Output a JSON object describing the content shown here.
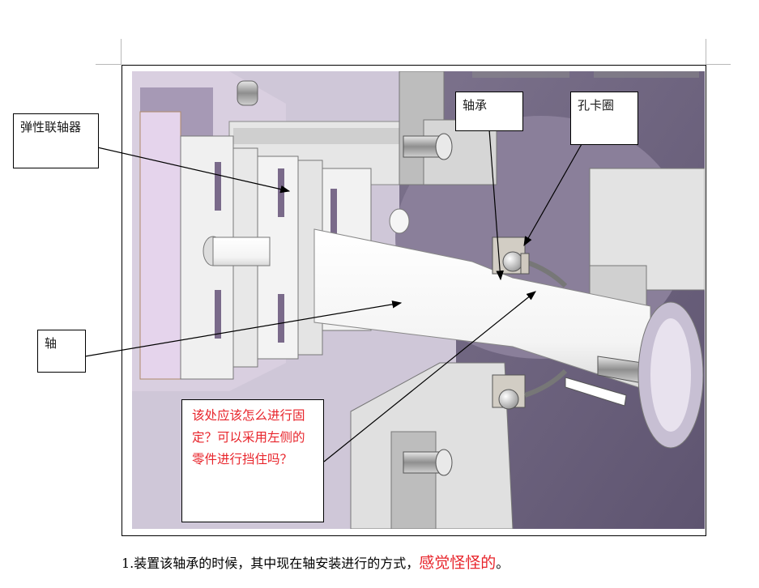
{
  "labels": {
    "coupling": "弹性联轴器",
    "bearing": "轴承",
    "circlip": "孔卡圈",
    "shaft": "轴",
    "question": "该处应该怎么进行固定？可以采用左侧的零件进行挡住吗？"
  },
  "paragraph": {
    "number": "1.",
    "body": "装置该轴承的时候，其中现在轴安装进行的方式，",
    "emphasis": "感觉怪怪的",
    "end": "。"
  },
  "colors": {
    "annotation_red": "#e8242b",
    "housing": "#6f6580",
    "part_light": "#ebebeb",
    "coupling_pink": "#e5d4ec"
  }
}
